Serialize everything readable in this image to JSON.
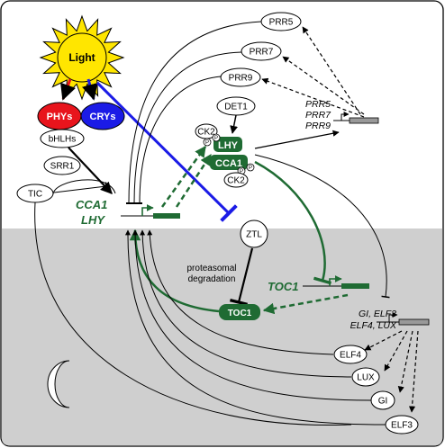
{
  "colors": {
    "green": "#1f6b33",
    "blue": "#1b1be6",
    "red": "#e8141c",
    "sun": "#ffe600",
    "night": "#cfcfcf"
  },
  "light": "Light",
  "photoreceptors": {
    "phy": "PHYs",
    "cry": "CRYs"
  },
  "regulators": {
    "bhlh": "bHLHs",
    "srr1": "SRR1",
    "tic": "TIC",
    "det1": "DET1",
    "ck2": "CK2",
    "ztl": "ZTL",
    "p": "P"
  },
  "morning": {
    "genes": [
      "CCA1",
      "LHY"
    ],
    "proteins": {
      "lhy": "LHY",
      "cca1": "CCA1"
    }
  },
  "prr": {
    "proteins": [
      "PRR5",
      "PRR7",
      "PRR9"
    ],
    "genes": [
      "PRR5",
      "PRR7",
      "PRR9"
    ]
  },
  "degradation": [
    "proteasomal",
    "degradation"
  ],
  "toc1": {
    "gene": "TOC1",
    "protein": "TOC1"
  },
  "evening": {
    "genes_line1": "GI, ELF3",
    "genes_line2": "ELF4, LUX",
    "proteins": [
      "ELF4",
      "LUX",
      "GI",
      "ELF3"
    ]
  },
  "icons": [
    "sun-icon",
    "moon-icon"
  ]
}
